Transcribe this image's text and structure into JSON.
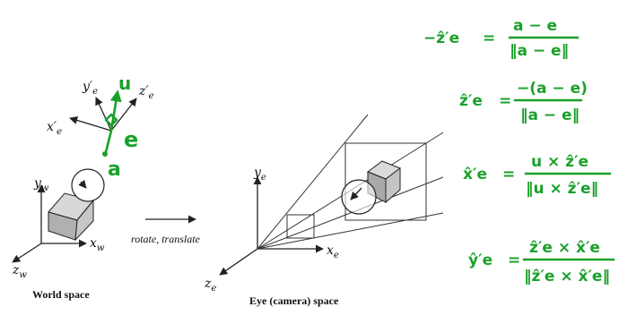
{
  "diagram": {
    "world_axes": {
      "y": "y",
      "y_sub": "w",
      "x": "x",
      "x_sub": "w",
      "z": "z",
      "z_sub": "w"
    },
    "eye_axes_top": {
      "y": "y′",
      "y_sub": "e",
      "x": "x′",
      "x_sub": "e",
      "z": "z′",
      "z_sub": "e"
    },
    "eye_axes_camera": {
      "y": "y",
      "y_sub": "e",
      "x": "x",
      "x_sub": "e",
      "z": "z",
      "z_sub": "e"
    },
    "transform_label": "rotate, translate",
    "captions": {
      "world": "World space",
      "eye": "Eye (camera) space"
    }
  },
  "annotations": {
    "hand_labels": {
      "up": "u",
      "eye": "e",
      "at": "a"
    },
    "equations": [
      {
        "lhs": "−ẑ′e",
        "num": "a − e",
        "den": "‖a − e‖"
      },
      {
        "lhs": "ẑ′e",
        "num": "−(a − e)",
        "den": "‖a − e‖"
      },
      {
        "lhs": "x̂′e",
        "num": "u × ẑ′e",
        "den": "‖u × ẑ′e‖"
      },
      {
        "lhs": "ŷ′e",
        "num": "ẑ′e × x̂′e",
        "den": "‖ẑ′e × x̂′e‖"
      }
    ]
  },
  "colors": {
    "ink": "#1aa12a",
    "lines": "#222222",
    "cube_fill": "#bdbdbd"
  }
}
